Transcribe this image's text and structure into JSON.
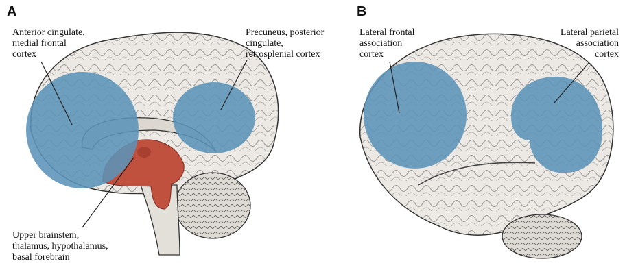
{
  "panel_a": {
    "letter": "A",
    "labels": {
      "anterior_cingulate": [
        "Anterior cingulate,",
        "medial frontal",
        "cortex"
      ],
      "precuneus": [
        "Precuneus, posterior",
        "cingulate,",
        "retrosplenial cortex"
      ],
      "brainstem": [
        "Upper brainstem,",
        "thalamus, hypothalamus,",
        "basal forebrain"
      ]
    }
  },
  "panel_b": {
    "letter": "B",
    "labels": {
      "lateral_frontal": [
        "Lateral frontal",
        "association",
        "cortex"
      ],
      "lateral_parietal": [
        "Lateral parietal",
        "association",
        "cortex"
      ]
    }
  },
  "colors": {
    "cortex_region": "#5b93b8",
    "subcortical_region": "#c0513e",
    "brain_fill": "#ece9e4",
    "outline": "#333333"
  }
}
